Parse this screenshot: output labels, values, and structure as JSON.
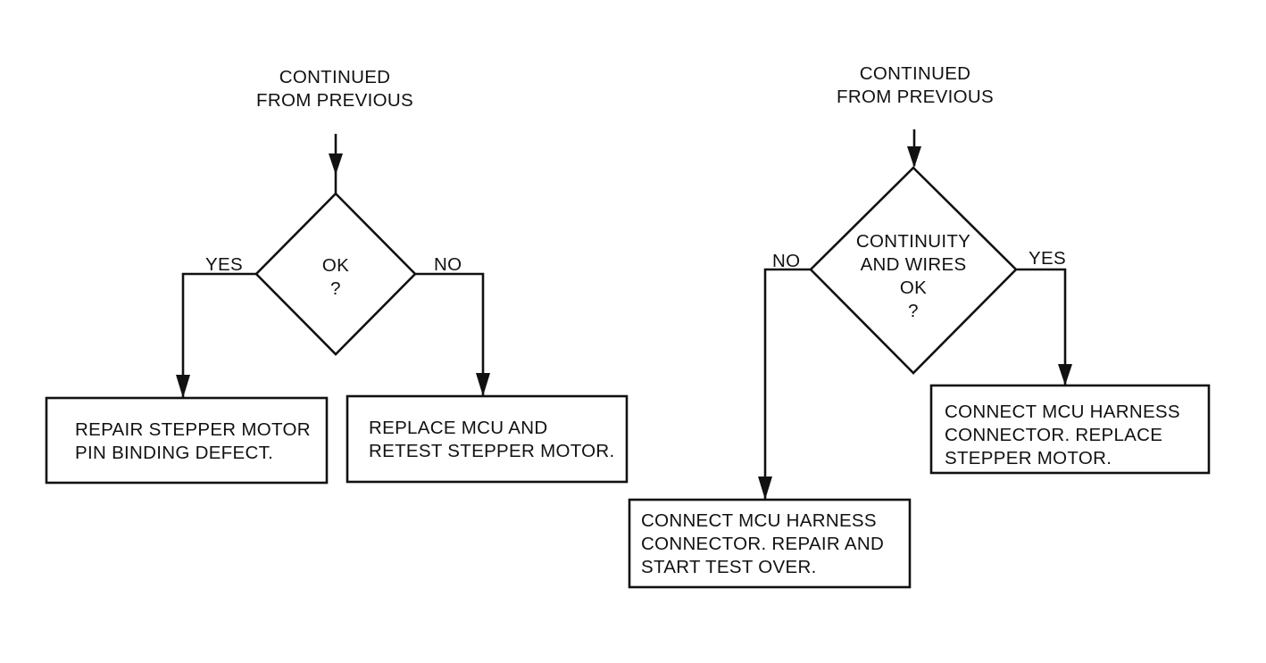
{
  "left_flow": {
    "entry_label": [
      "CONTINUED",
      "FROM PREVIOUS"
    ],
    "decision_text": [
      "OK",
      "?"
    ],
    "yes_label": "YES",
    "no_label": "NO",
    "yes_result": [
      "REPAIR STEPPER MOTOR",
      "PIN BINDING DEFECT."
    ],
    "no_result": [
      "REPLACE MCU AND",
      "RETEST STEPPER MOTOR."
    ]
  },
  "right_flow": {
    "entry_label": [
      "CONTINUED",
      "FROM PREVIOUS"
    ],
    "decision_text": [
      "CONTINUITY",
      "AND WIRES",
      "OK",
      "?"
    ],
    "no_label": "NO",
    "yes_label": "YES",
    "no_result": [
      "CONNECT MCU HARNESS",
      "CONNECTOR. REPAIR AND",
      "START TEST OVER."
    ],
    "yes_result": [
      "CONNECT MCU HARNESS",
      "CONNECTOR. REPLACE",
      "STEPPER MOTOR."
    ]
  }
}
